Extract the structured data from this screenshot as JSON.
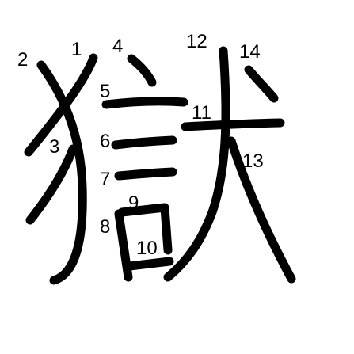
{
  "diagram": {
    "stroke_color": "#000000",
    "background_color": "#ffffff",
    "stroke_order_labels": [
      "1",
      "2",
      "3",
      "4",
      "5",
      "6",
      "7",
      "8",
      "9",
      "10",
      "11",
      "12",
      "13",
      "14"
    ]
  }
}
